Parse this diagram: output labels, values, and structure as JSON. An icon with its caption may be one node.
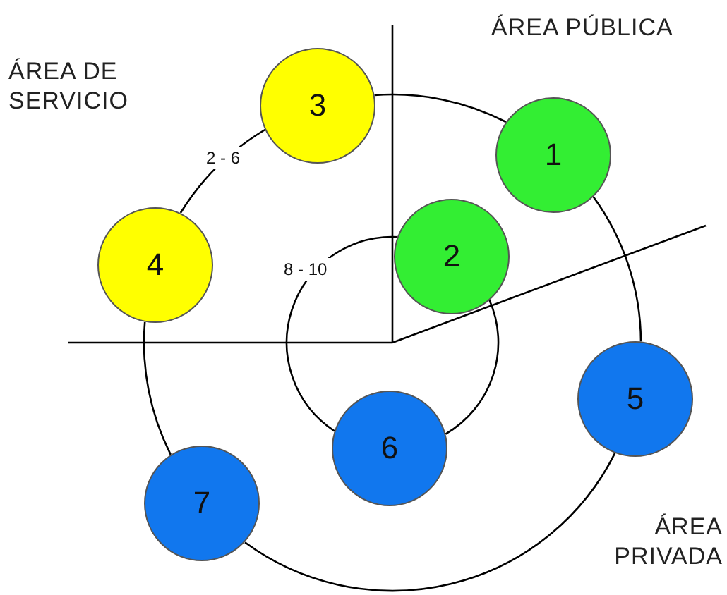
{
  "diagram": {
    "nodes": [
      {
        "text": [
          "1"
        ]
      },
      {
        "text": [
          "2"
        ]
      },
      {
        "text": [
          "3"
        ]
      },
      {
        "text": [
          "4"
        ]
      },
      {
        "text": [
          "5"
        ]
      },
      {
        "text": [
          "6"
        ]
      },
      {
        "text": [
          "7"
        ]
      }
    ],
    "edges": [
      {
        "from": 2,
        "to": 0,
        "arrow": "none"
      },
      {
        "from": 0,
        "to": 4,
        "arrow": "none"
      },
      {
        "from": 4,
        "to": 6,
        "arrow": "none"
      },
      {
        "from": 6,
        "to": 3,
        "arrow": "none"
      },
      {
        "from": 3,
        "to": 2,
        "arrow": "none",
        "label": "2 - 6"
      },
      {
        "from": 1,
        "to": 5,
        "arrow": "none"
      },
      {
        "from": 5,
        "to": 1,
        "arrow": "none",
        "label": "8 - 10"
      }
    ],
    "labels": [
      "ÁREA PÚBLICA",
      "ÁREA DE SERVICIO",
      "ÁREA PRIVADA"
    ]
  }
}
